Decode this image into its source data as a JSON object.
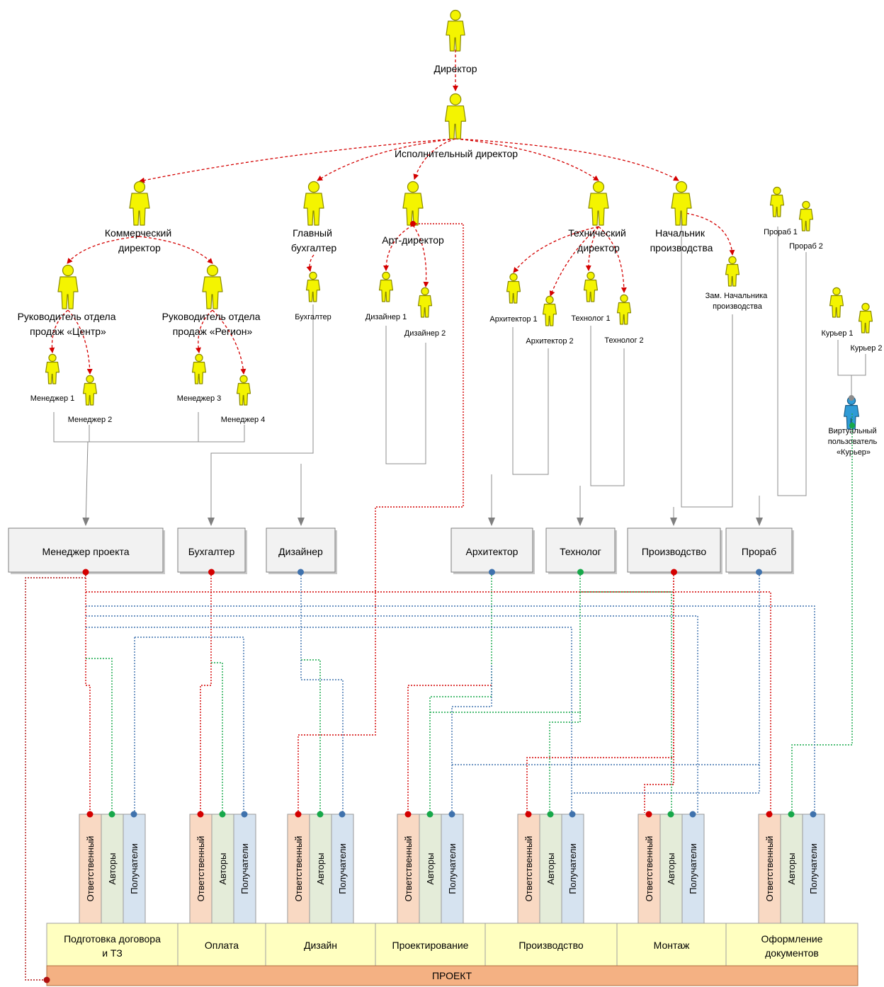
{
  "colors": {
    "person_fill": "#f4f400",
    "person_stroke": "#8a8a00",
    "virtual_fill": "#2f9bd6",
    "red": "#d40000",
    "darkred": "#b01010",
    "green": "#17a84a",
    "blue": "#3f72ad",
    "gray": "#8c8c8c",
    "box_fill": "#f2f2f2",
    "box_stroke": "#7f7f7f",
    "col_responsible": "#f9d9c3",
    "col_authors": "#e4ecd9",
    "col_recipients": "#d6e3f0",
    "phase_fill": "#ffffc0",
    "project_fill": "#f4b183"
  },
  "people": {
    "director": "Директор",
    "exec_director": "Исполнительный директор",
    "commercial_director": "Коммерческий директор",
    "chief_accountant": "Главный бухгалтер",
    "art_director": "Арт-директор",
    "technical_director": "Технический директор",
    "head_of_production": "Начальник производства",
    "foreman_1": "Прораб 1",
    "foreman_2": "Прораб 2",
    "sales_head_center": "Руководитель отдела продаж «Центр»",
    "sales_head_region": "Руководитель отдела продаж «Регион»",
    "accountant": "Бухгалтер",
    "designer_1": "Дизайнер 1",
    "designer_2": "Дизайнер 2",
    "architect_1": "Архитектор 1",
    "architect_2": "Архитектор 2",
    "technologist_1": "Технолог 1",
    "technologist_2": "Технолог 2",
    "deputy_head": "Зам. Начальника производства",
    "courier_1": "Курьер 1",
    "courier_2": "Курьер 2",
    "manager_1": "Менеджер 1",
    "manager_2": "Менеджер 2",
    "manager_3": "Менеджер 3",
    "manager_4": "Менеджер 4",
    "virtual_user": "Виртуальный пользователь «Курьер»"
  },
  "groups": [
    "Менеджер проекта",
    "Бухгалтер",
    "Дизайнер",
    "Архитектор",
    "Технолог",
    "Производство",
    "Прораб"
  ],
  "column_labels": {
    "responsible": "Ответственный",
    "authors": "Авторы",
    "recipients": "Получатели"
  },
  "phases": [
    "Подготовка договора и ТЗ",
    "Оплата",
    "Дизайн",
    "Проектирование",
    "Производство",
    "Монтаж",
    "Оформление документов"
  ],
  "project": "ПРОЕКТ"
}
